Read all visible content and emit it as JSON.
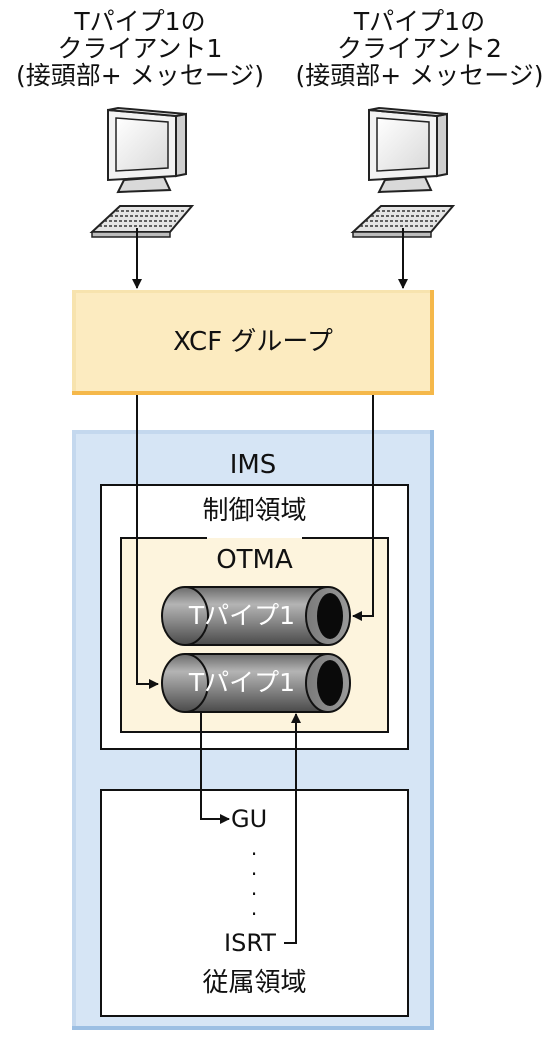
{
  "clients": [
    {
      "line1": "Tパイプ1の",
      "line2": "クライアント1",
      "line3": "(接頭部+ メッセージ)"
    },
    {
      "line1": "Tパイプ1の",
      "line2": "クライアント2",
      "line3": "(接頭部+ メッセージ)"
    }
  ],
  "xcf_group": {
    "label": "XCF グループ"
  },
  "ims": {
    "label": "IMS",
    "control_region": {
      "label": "制御領域",
      "otma": {
        "label": "OTMA",
        "tpipes": [
          {
            "label": "Tパイプ1"
          },
          {
            "label": "Tパイプ1"
          }
        ]
      }
    },
    "dependent_region": {
      "label": "従属領域",
      "calls": {
        "gu": "GU",
        "dots": ".\n.\n.\n.",
        "isrt": "ISRT"
      }
    }
  },
  "colors": {
    "xcf_fill": "#fcebc0",
    "xcf_border": "#f5b84a",
    "ims_fill": "#d6e5f5",
    "ims_border": "#9cbfe3",
    "otma_fill": "#fdf4dd",
    "pipe_gray": "#8c8c8c"
  }
}
